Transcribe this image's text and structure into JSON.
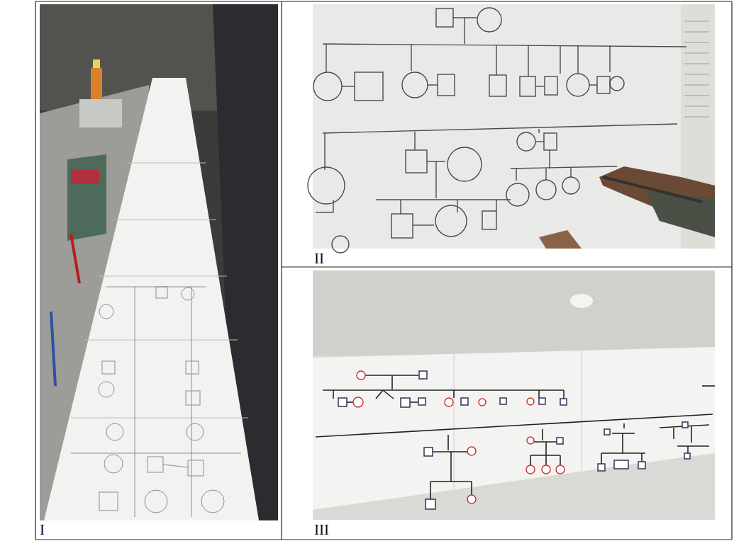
{
  "diagram": {
    "labels": [
      "I",
      "II",
      "III"
    ]
  }
}
